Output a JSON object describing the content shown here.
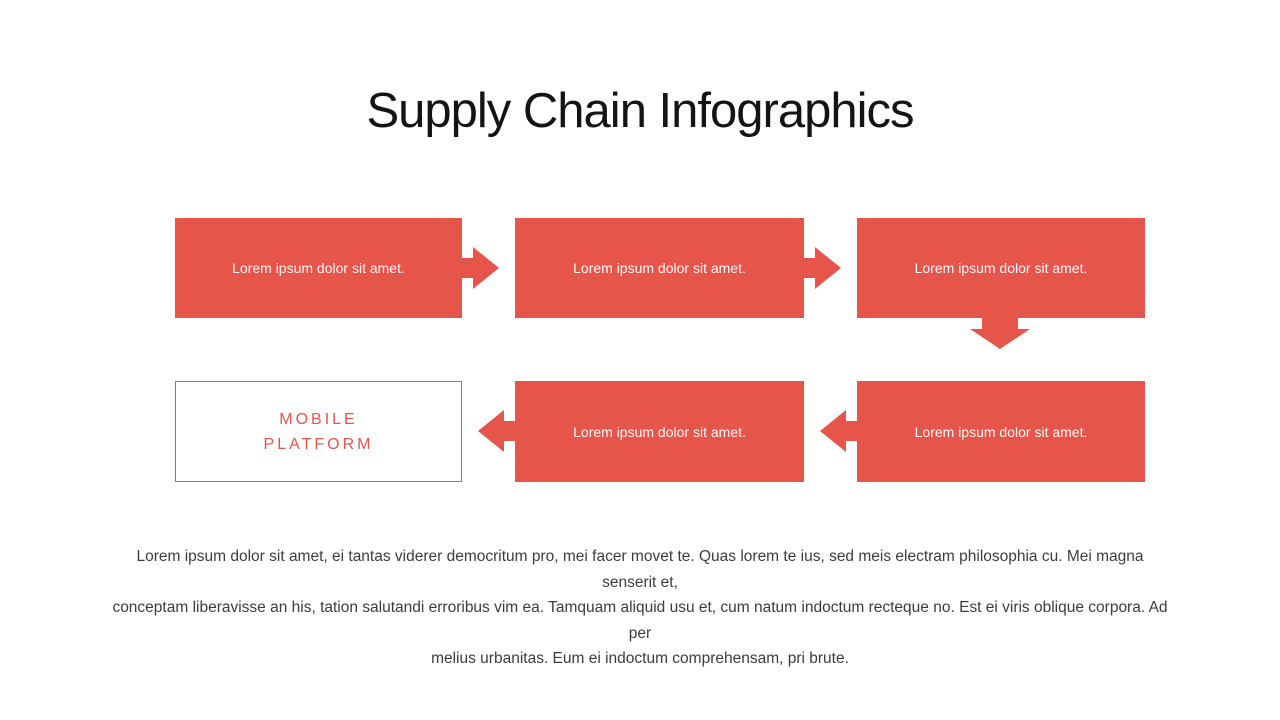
{
  "slide": {
    "title": "Supply Chain Infographics"
  },
  "colors": {
    "accent_red": "#E6554A",
    "title_text": "#141414",
    "body_text": "#3C3C3C",
    "step_box_text": "#FFFFFF",
    "background": "#FFFFFF"
  },
  "flow": {
    "steps": [
      {
        "label": "Lorem ipsum dolor sit amet."
      },
      {
        "label": "Lorem ipsum dolor sit amet."
      },
      {
        "label": "Lorem ipsum dolor sit amet."
      },
      {
        "label": "Lorem ipsum dolor sit amet."
      },
      {
        "label": "Lorem ipsum dolor sit amet."
      }
    ],
    "mobile_platform": {
      "label": "MOBILE\nPLATFORM"
    }
  },
  "icons": {
    "arrow_right": "→",
    "arrow_down": "↓",
    "arrow_left": "←"
  },
  "paragraph": {
    "lines": [
      "Lorem ipsum dolor sit amet, ei tantas viderer democritum pro, mei facer movet te. Quas lorem te ius, sed meis electram philosophia cu. Mei magna senserit et,",
      "conceptam liberavisse an his, tation salutandi erroribus vim ea. Tamquam aliquid usu et, cum natum indoctum recteque no. Est ei viris oblique corpora. Ad per",
      "melius urbanitas. Eum ei indoctum comprehensam, pri brute."
    ]
  }
}
